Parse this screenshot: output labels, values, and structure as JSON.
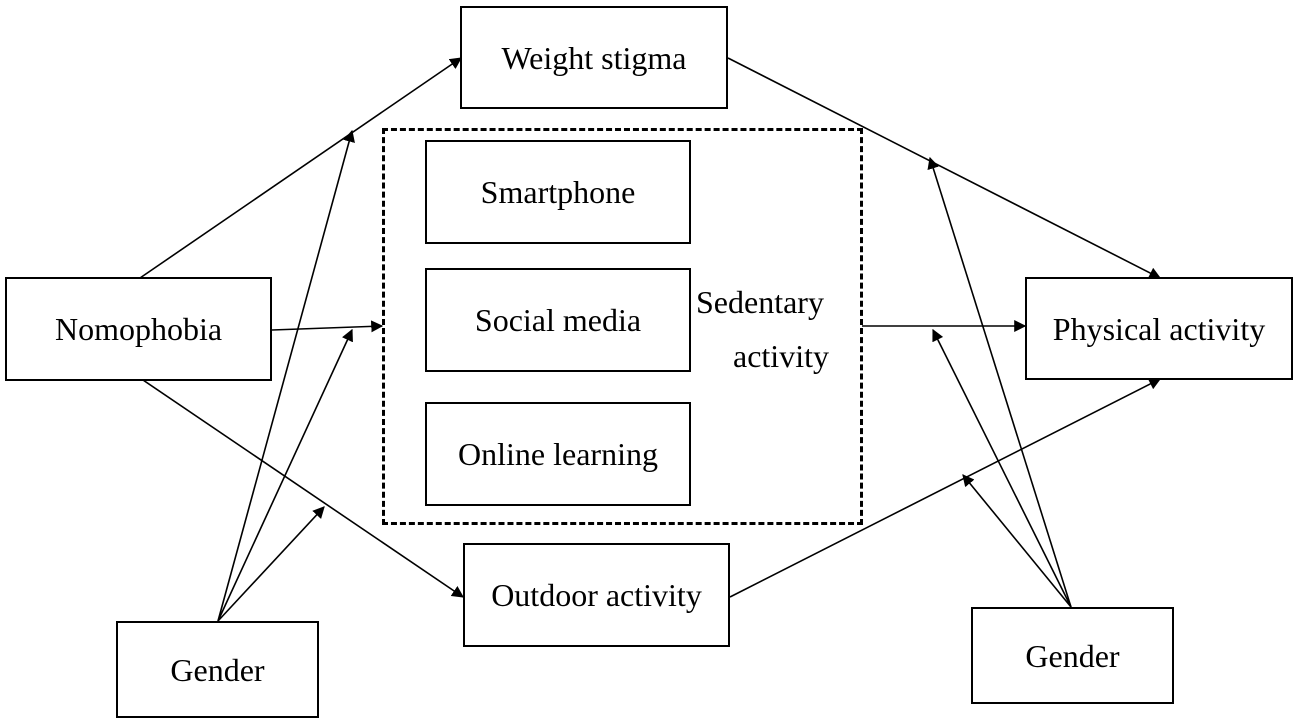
{
  "nodes": {
    "nomophobia": "Nomophobia",
    "weight_stigma": "Weight stigma",
    "outdoor_activity": "Outdoor activity",
    "physical_activity": "Physical activity",
    "gender_left": "Gender",
    "gender_right": "Gender"
  },
  "sedentary_group": {
    "label_line1": "Sedentary",
    "label_line2": "activity",
    "items": [
      "Smartphone",
      "Social media",
      "Online learning"
    ]
  },
  "edges": [
    {
      "from": "nomophobia",
      "to": "weight_stigma",
      "kind": "path"
    },
    {
      "from": "nomophobia",
      "to": "sedentary_group",
      "kind": "path"
    },
    {
      "from": "nomophobia",
      "to": "outdoor_activity",
      "kind": "path"
    },
    {
      "from": "weight_stigma",
      "to": "physical_activity",
      "kind": "path"
    },
    {
      "from": "sedentary_group",
      "to": "physical_activity",
      "kind": "path"
    },
    {
      "from": "outdoor_activity",
      "to": "physical_activity",
      "kind": "path"
    },
    {
      "from": "gender_left",
      "to": "nomophobia-weight_stigma",
      "kind": "moderation"
    },
    {
      "from": "gender_left",
      "to": "nomophobia-sedentary_group",
      "kind": "moderation"
    },
    {
      "from": "gender_left",
      "to": "nomophobia-outdoor_activity",
      "kind": "moderation"
    },
    {
      "from": "gender_right",
      "to": "weight_stigma-physical_activity",
      "kind": "moderation"
    },
    {
      "from": "gender_right",
      "to": "sedentary_group-physical_activity",
      "kind": "moderation"
    },
    {
      "from": "gender_right",
      "to": "outdoor_activity-physical_activity",
      "kind": "moderation"
    }
  ]
}
